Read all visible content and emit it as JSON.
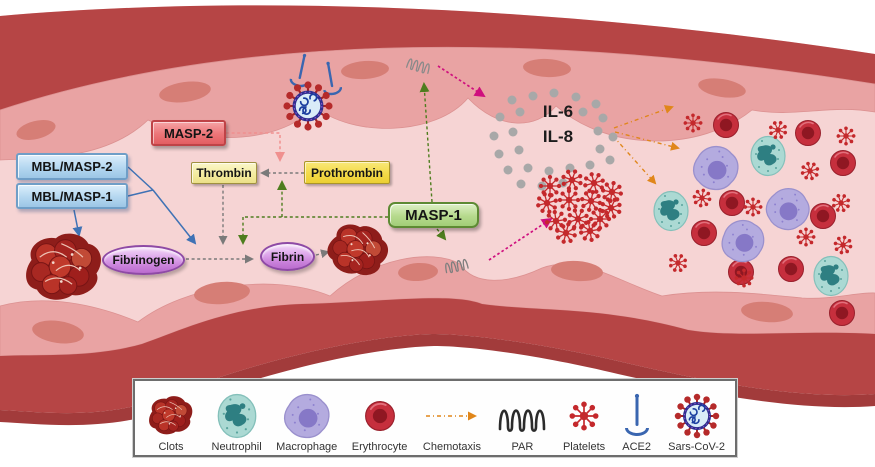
{
  "boxes": {
    "mbl_masp2": "MBL/MASP-2",
    "mbl_masp1": "MBL/MASP-1",
    "masp2": "MASP-2",
    "thrombin": "Thrombin",
    "prothrombin": "Prothrombin",
    "masp1": "MASP-1",
    "fibrinogen": "Fibrinogen",
    "fibrin": "Fibrin"
  },
  "cytokines": {
    "il6": "IL-6",
    "il8": "IL-8"
  },
  "legend": {
    "items": [
      {
        "label": "Clots",
        "icon": "clot-icon"
      },
      {
        "label": "Neutrophil",
        "icon": "neutrophil-icon"
      },
      {
        "label": "Macrophage",
        "icon": "macrophage-icon"
      },
      {
        "label": "Erythrocyte",
        "icon": "erythrocyte-icon"
      },
      {
        "label": "Chemotaxis",
        "icon": "chemotaxis-arrow-icon"
      },
      {
        "label": "PAR",
        "icon": "par-receptor-icon"
      },
      {
        "label": "Platelets",
        "icon": "platelet-icon"
      },
      {
        "label": "ACE2",
        "icon": "ace2-receptor-icon"
      },
      {
        "label": "Sars-CoV-2",
        "icon": "sars-cov-2-icon"
      }
    ]
  },
  "palette": {
    "vessel_wall": "#b64545",
    "vessel_wall_rim": "#a23b3b",
    "endothelium": "#e9a3a3",
    "endothelium_nucleus": "#d67e76",
    "lumen": "#f6d4d4",
    "mbl_box": "#aed3ee",
    "masp2_box": "#ec7578",
    "thrombin_box": "#f3eb9d",
    "prothrombin_box": "#f3d945",
    "masp1_box": "#b6da8d",
    "fibrin_ellipse": "#c87fd9",
    "cytokine_dot": "#a8a8a8",
    "arrow_gray": "#7a7a7a",
    "arrow_green": "#4e7d1e",
    "arrow_blue": "#3f72b5",
    "arrow_pink": "#f0908f",
    "arrow_magenta": "#cf0f7e",
    "arrow_orange": "#e0861a",
    "platelet": "#c4292c",
    "erythrocyte": "#c62f3d",
    "neutrophil": "#abd9d3",
    "macrophage": "#b4abdf",
    "ace2": "#3a66b0",
    "par": "#444444",
    "virus_ring": "#2d2d8f"
  }
}
